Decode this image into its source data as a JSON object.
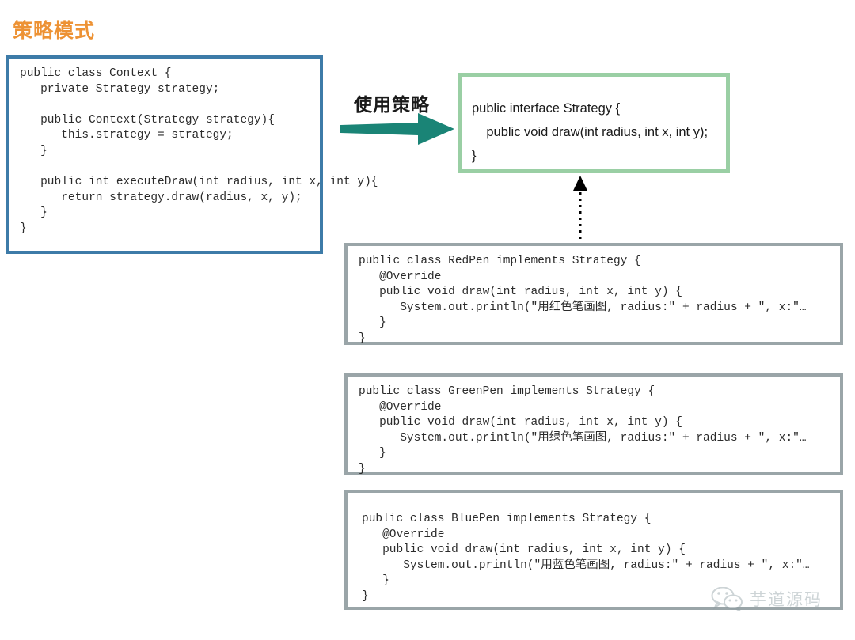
{
  "slide": {
    "title": "策略模式",
    "title_color": "#ED9234",
    "background": "#ffffff"
  },
  "context_box": {
    "name": "Context",
    "border_color": "#3D7BA8",
    "code": "public class Context {\n   private Strategy strategy;\n\n   public Context(Strategy strategy){\n      this.strategy = strategy;\n   }\n\n   public int executeDraw(int radius, int x, int y){\n      return strategy.draw(radius, x, y);\n   }\n}"
  },
  "strategy_box": {
    "name": "Strategy",
    "border_color": "#9ACFA4",
    "code": "public interface Strategy {\n    public void draw(int radius, int x, int y);\n}"
  },
  "use_strategy": {
    "label": "使用策略",
    "arrow_color": "#1A8476",
    "arrow_icon": "right-block-arrow-icon"
  },
  "implements_relation": {
    "arrow_icon": "dotted-up-arrow-icon",
    "arrow_color": "#000000"
  },
  "implementations": [
    {
      "name": "RedPen",
      "border_color": "#9AA5A8",
      "code": "public class RedPen implements Strategy {\n   @Override\n   public void draw(int radius, int x, int y) {\n      System.out.println(\"用红色笔画图, radius:\" + radius + \", x:\"…\n   }\n}"
    },
    {
      "name": "GreenPen",
      "border_color": "#9AA5A8",
      "code": "public class GreenPen implements Strategy {\n   @Override\n   public void draw(int radius, int x, int y) {\n      System.out.println(\"用绿色笔画图, radius:\" + radius + \", x:\"…\n   }\n}"
    },
    {
      "name": "BluePen",
      "border_color": "#9AA5A8",
      "code": "public class BluePen implements Strategy {\n   @Override\n   public void draw(int radius, int x, int y) {\n      System.out.println(\"用蓝色笔画图, radius:\" + radius + \", x:\"…\n   }\n}"
    }
  ],
  "watermark": {
    "text": "芋道源码",
    "icon": "wechat-icon",
    "color": "#8a9aa0"
  }
}
